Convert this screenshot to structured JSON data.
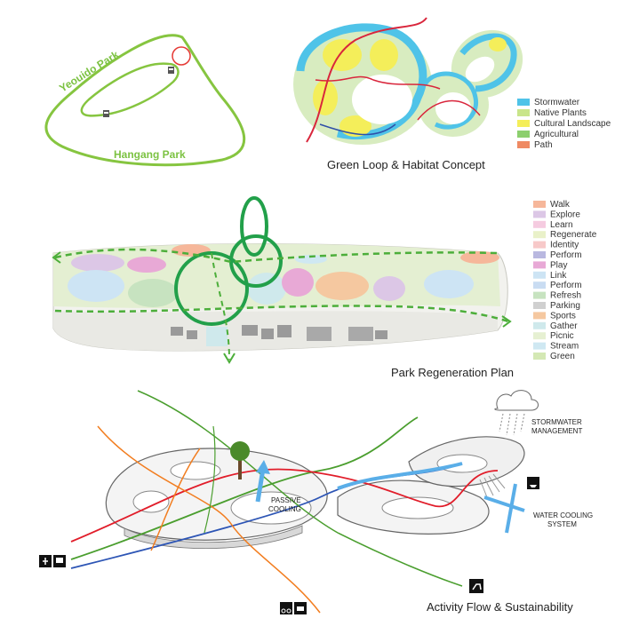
{
  "loop_map": {
    "park_a": "Yeouido Park",
    "park_b": "Hangang Park"
  },
  "habitat": {
    "caption": "Green Loop & Habitat Concept",
    "legend": [
      {
        "label": "Stormwater",
        "color": "#4fc3e8"
      },
      {
        "label": "Native Plants",
        "color": "#c9e58a"
      },
      {
        "label": "Cultural Landscape",
        "color": "#f4ee5a"
      },
      {
        "label": "Agricultural",
        "color": "#8ccf6e"
      },
      {
        "label": "Path",
        "color": "#ef8a63"
      }
    ]
  },
  "regen": {
    "caption": "Park Regeneration Plan",
    "legend": [
      {
        "label": "Walk",
        "color": "#f6b79a"
      },
      {
        "label": "Explore",
        "color": "#dcc7e6"
      },
      {
        "label": "Learn",
        "color": "#f5cbe0"
      },
      {
        "label": "Regenerate",
        "color": "#e9f1c9"
      },
      {
        "label": "Identity",
        "color": "#f7c9c9"
      },
      {
        "label": "Perform",
        "color": "#b9b8e0"
      },
      {
        "label": "Play",
        "color": "#e8a9d6"
      },
      {
        "label": "Link",
        "color": "#cde4f4"
      },
      {
        "label": "Perform",
        "color": "#c9dcf2"
      },
      {
        "label": "Refresh",
        "color": "#c7e3c0"
      },
      {
        "label": "Parking",
        "color": "#d0d0d0"
      },
      {
        "label": "Sports",
        "color": "#f5c8a0"
      },
      {
        "label": "Gather",
        "color": "#cfe9ec"
      },
      {
        "label": "Picnic",
        "color": "#e6f0d2"
      },
      {
        "label": "Stream",
        "color": "#cfe8f2"
      },
      {
        "label": "Green",
        "color": "#d4e8b4"
      }
    ]
  },
  "flow": {
    "caption": "Activity Flow & Sustainability",
    "passive_cooling": [
      "PASSIVE",
      "COOLING"
    ],
    "stormwater": [
      "STORMWATER",
      "MANAGEMENT"
    ],
    "water_cooling": [
      "WATER COOLING",
      "SYSTEM"
    ]
  }
}
